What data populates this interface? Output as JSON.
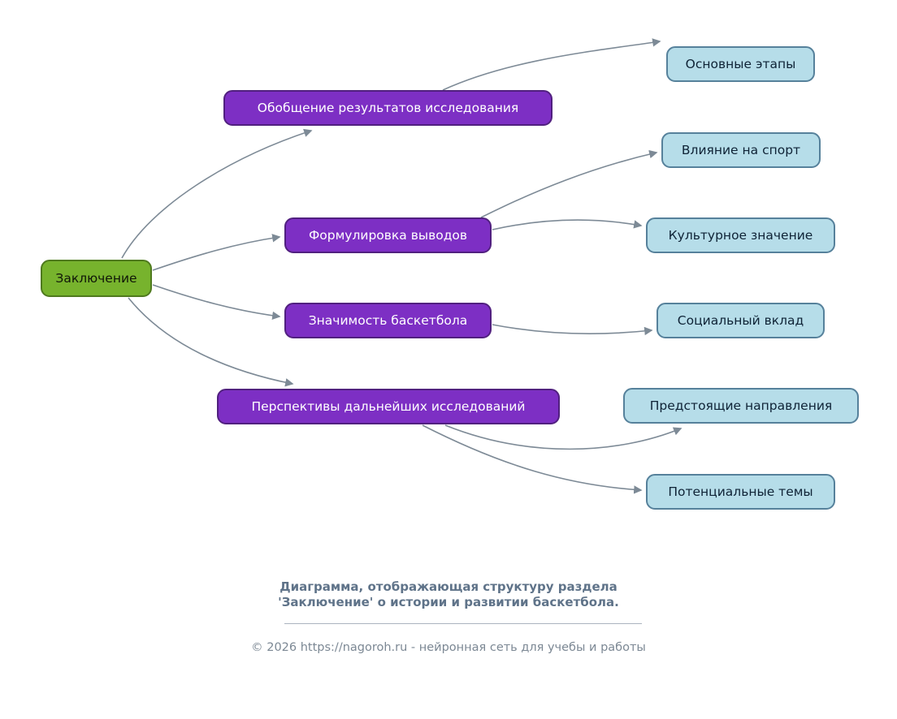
{
  "diagram": {
    "root": {
      "label": "Заключение"
    },
    "branches": [
      {
        "label": "Обобщение результатов исследования",
        "children": [
          {
            "label": "Основные этапы"
          }
        ]
      },
      {
        "label": "Формулировка выводов",
        "children": [
          {
            "label": "Влияние на спорт"
          },
          {
            "label": "Культурное значение"
          }
        ]
      },
      {
        "label": "Значимость баскетбола",
        "children": [
          {
            "label": "Социальный вклад"
          }
        ]
      },
      {
        "label": "Перспективы дальнейших исследований",
        "children": [
          {
            "label": "Предстоящие направления"
          },
          {
            "label": "Потенциальные темы"
          }
        ]
      }
    ],
    "colors": {
      "root_fill": "#77b32d",
      "root_border": "#4f7a1e",
      "branch_fill": "#7d2fc4",
      "branch_border": "#51207f",
      "leaf_fill": "#b6dde9",
      "leaf_border": "#56819b",
      "edge": "#7d8a96"
    }
  },
  "caption": {
    "line1": "Диаграмма, отображающая структуру раздела",
    "line2": "'Заключение' о истории и развитии баскетбола."
  },
  "footer": {
    "text": "© 2026 https://nagoroh.ru - нейронная сеть для учебы и работы"
  }
}
